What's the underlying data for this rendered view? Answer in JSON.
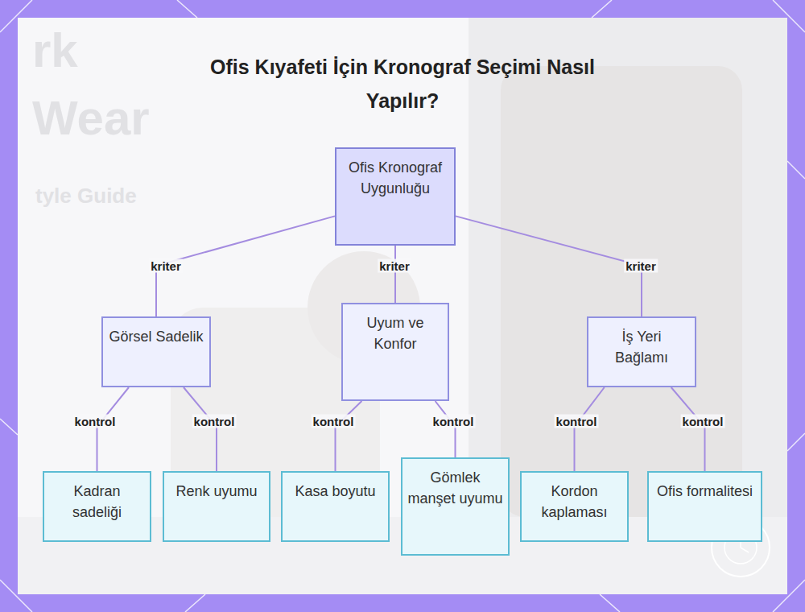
{
  "diagram": {
    "title": "Ofis Kıyafeti İçin Kronograf Seçimi Nasıl Yapılır?",
    "nodes": [
      {
        "text": [
          "Ofis Kronograf Uygunluğu"
        ]
      },
      {
        "text": [
          "Görsel Sadelik"
        ]
      },
      {
        "text": [
          "Uyum ve Konfor"
        ]
      },
      {
        "text": [
          "İş Yeri Bağlamı"
        ]
      },
      {
        "text": [
          "Kadran sadeliği"
        ]
      },
      {
        "text": [
          "Renk uyumu"
        ]
      },
      {
        "text": [
          "Kasa boyutu"
        ]
      },
      {
        "text": [
          "Gömlek manşet uyumu"
        ]
      },
      {
        "text": [
          "Kordon kaplaması"
        ]
      },
      {
        "text": [
          "Ofis formalitesi"
        ]
      }
    ],
    "edges": [
      {
        "from": 0,
        "to": 1,
        "label": "kriter",
        "arrow": "none"
      },
      {
        "from": 0,
        "to": 2,
        "label": "kriter",
        "arrow": "none"
      },
      {
        "from": 0,
        "to": 3,
        "label": "kriter",
        "arrow": "none"
      },
      {
        "from": 1,
        "to": 4,
        "label": "kontrol",
        "arrow": "none"
      },
      {
        "from": 1,
        "to": 5,
        "label": "kontrol",
        "arrow": "none"
      },
      {
        "from": 2,
        "to": 6,
        "label": "kontrol",
        "arrow": "none"
      },
      {
        "from": 2,
        "to": 7,
        "label": "kontrol",
        "arrow": "none"
      },
      {
        "from": 3,
        "to": 8,
        "label": "kontrol",
        "arrow": "none"
      },
      {
        "from": 3,
        "to": 9,
        "label": "kontrol",
        "arrow": "none"
      }
    ],
    "labels": [
      "rk",
      "Wear",
      "tyle Guide"
    ]
  }
}
